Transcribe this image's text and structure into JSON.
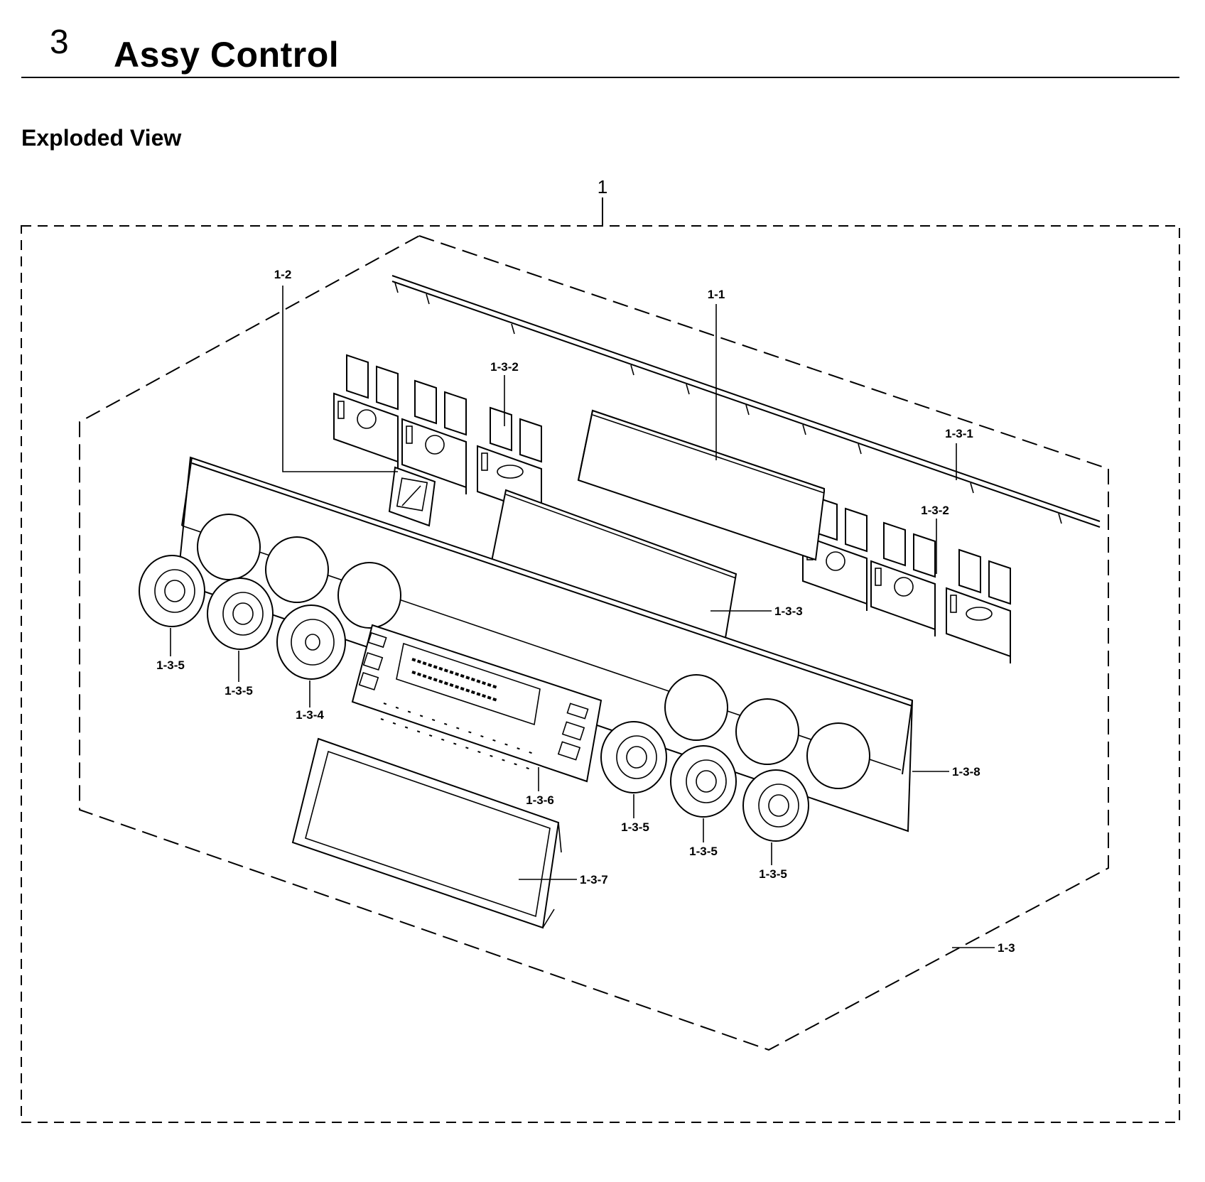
{
  "header": {
    "chapter_number": "3",
    "title": "Assy Control"
  },
  "section": {
    "subtitle": "Exploded View"
  },
  "diagram": {
    "assembly_label": "1",
    "callouts": {
      "c_1_1": "1-1",
      "c_1_2": "1-2",
      "c_1_3": "1-3",
      "c_1_3_1": "1-3-1",
      "c_1_3_2_a": "1-3-2",
      "c_1_3_2_b": "1-3-2",
      "c_1_3_3": "1-3-3",
      "c_1_3_4": "1-3-4",
      "c_1_3_5_a": "1-3-5",
      "c_1_3_5_b": "1-3-5",
      "c_1_3_5_c": "1-3-5",
      "c_1_3_5_d": "1-3-5",
      "c_1_3_5_e": "1-3-5",
      "c_1_3_6": "1-3-6",
      "c_1_3_7": "1-3-7",
      "c_1_3_8": "1-3-8"
    }
  }
}
